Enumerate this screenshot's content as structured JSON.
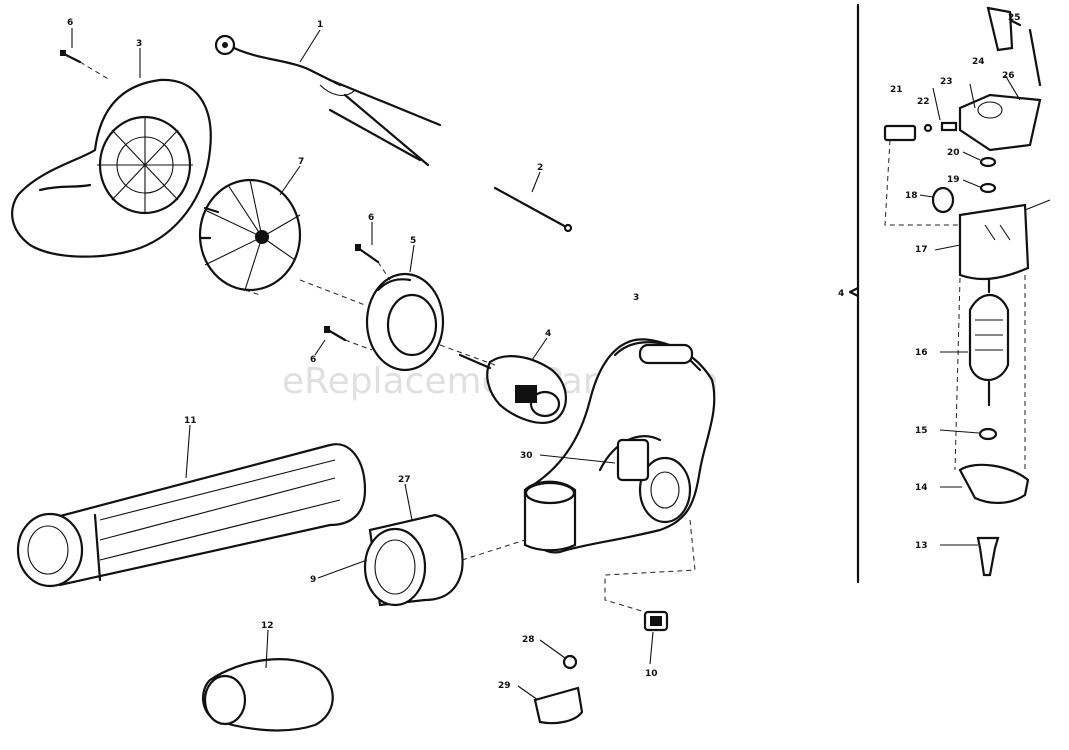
{
  "watermark": "eReplacementParts.com",
  "callouts": {
    "c1": "1",
    "c2": "2",
    "c3a": "3",
    "c3b": "3",
    "c4": "4",
    "c5": "5",
    "c6a": "6",
    "c6b": "6",
    "c6c": "6",
    "c7": "7",
    "c9": "9",
    "c10": "10",
    "c11": "11",
    "c12": "12",
    "c13": "13",
    "c14": "14",
    "c15": "15",
    "c16": "16",
    "c17": "17",
    "c18": "18",
    "c19": "19",
    "c20": "20",
    "c21": "21",
    "c22": "22",
    "c23": "23",
    "c24": "24",
    "c25": "25",
    "c26": "26",
    "c27": "27",
    "c28": "28",
    "c29": "29",
    "c30": "30",
    "c4b": "4"
  }
}
